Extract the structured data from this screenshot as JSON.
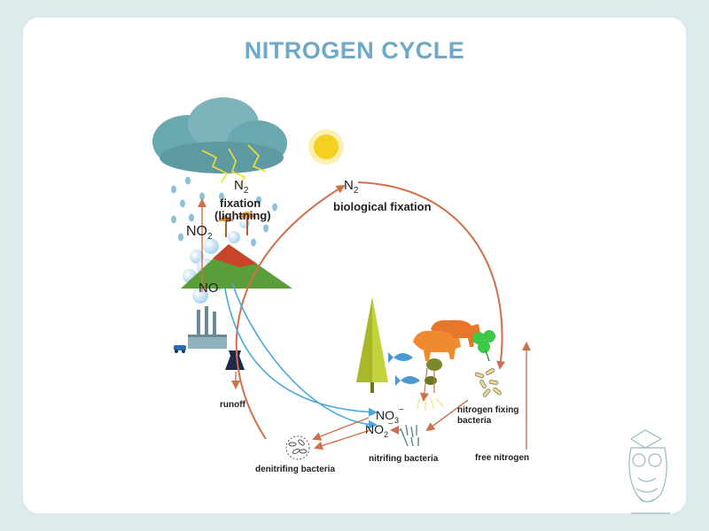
{
  "title": "NITROGEN CYCLE",
  "labels": {
    "n2_top": "N",
    "n2_top_sub": "2",
    "fixation_lightning_1": "fixation",
    "fixation_lightning_2": "(lightning)",
    "no2": "NO",
    "no2_sub": "2",
    "no": "NO",
    "n2_right": "N",
    "n2_right_sub": "2",
    "biological_fixation": "biological fixation",
    "runoff": "runoff",
    "no3": "NO",
    "no3_sub": "3",
    "no3_sup": "−",
    "no2_minus": "NO",
    "no2_minus_sub": "2",
    "no2_minus_sup": "−",
    "nitrogen_fixing_1": "nitrogen fixing",
    "nitrogen_fixing_2": "bacteria",
    "nitrifing_bacteria": "nitrifing bacteria",
    "denitrifing_bacteria": "denitrifing bacteria",
    "free_nitrogen": "free nitrogen"
  },
  "colors": {
    "title": "#6ea9c9",
    "cycle_arrow": "#d0704a",
    "water_arrow": "#4aa8dc",
    "cloud": "#6aa8b0",
    "lightning": "#f0e030",
    "sun": "#f5d020",
    "mountain": "#5a9e3a",
    "volcano": "#c8442a",
    "animal": "#f08a30",
    "tree": "#a8b828",
    "clover": "#3ec848"
  },
  "icons": {
    "cloud": "storm-cloud-icon",
    "sun": "sun-icon",
    "factory": "factory-icon",
    "car": "car-icon",
    "fertilizer": "fertilizer-bag-icon",
    "tree": "tree-icon",
    "animals": "cattle-icon",
    "clover": "clover-icon",
    "fish": "fish-icon",
    "mushroom": "mushroom-icon",
    "owl": "owl-logo"
  }
}
